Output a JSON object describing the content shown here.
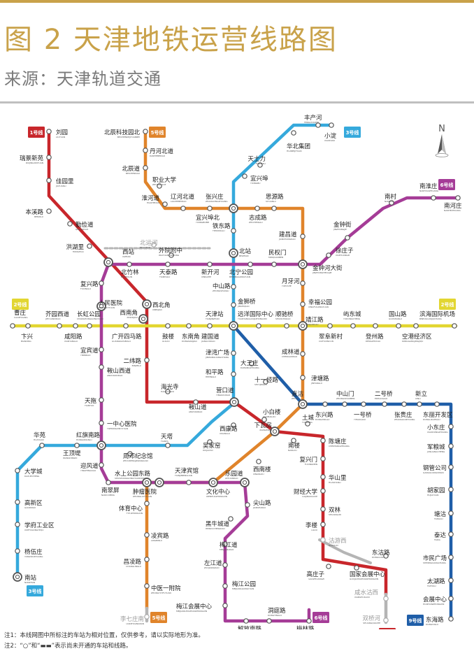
{
  "title": "图 2  天津地铁运营线路图",
  "source": "来源：天津轨道交通",
  "notes": [
    "注1：本线网图中所标注的车站为相对位置，仅供参考，请以实际地形为准。",
    "注2：“○”和“▬▬”表示尚未开通的车站和线路。"
  ],
  "compass": "N",
  "lines": [
    {
      "id": "1",
      "label": "1号线",
      "color": "#c8262b"
    },
    {
      "id": "2",
      "label": "2号线",
      "color": "#e2d631"
    },
    {
      "id": "3",
      "label": "3号线",
      "color": "#35a9dc"
    },
    {
      "id": "5",
      "label": "5号线",
      "color": "#e0842b"
    },
    {
      "id": "6",
      "label": "6号线",
      "color": "#a53c97"
    },
    {
      "id": "9",
      "label": "9号线",
      "color": "#1f5ea8"
    }
  ],
  "stations": [
    {
      "name": "刘园",
      "code": "LIUYUAN"
    },
    {
      "name": "瑞景新苑",
      "code": "RUIJINGXINYUAN"
    },
    {
      "name": "佳园里",
      "code": "JIAYUANLI"
    },
    {
      "name": "本溪路",
      "code": "BENXILU"
    },
    {
      "name": "勤俭道",
      "code": "QINJIANDAO"
    },
    {
      "name": "洪湖里",
      "code": "HONGHULI"
    },
    {
      "name": "西站",
      "code": "XIZHAN"
    },
    {
      "name": "西北角",
      "code": "XIBEIJIAO"
    },
    {
      "name": "西南角",
      "code": "XINANJIAO"
    },
    {
      "name": "二纬路",
      "code": "ERWEILU"
    },
    {
      "name": "海光寺",
      "code": "HAIGUANGSI"
    },
    {
      "name": "鞍山道",
      "code": "ANSHANDAO"
    },
    {
      "name": "营口道",
      "code": "YINGKOUDAO"
    },
    {
      "name": "小白楼",
      "code": "XIAOBAILOU"
    },
    {
      "name": "下瓦房",
      "code": "XIAWAFANG"
    },
    {
      "name": "南楼",
      "code": "NANLOU"
    },
    {
      "name": "土城",
      "code": "TUCHENG"
    },
    {
      "name": "陈塘庄",
      "code": "CHENTANGZHUANG"
    },
    {
      "name": "复兴门",
      "code": "FUXINGMEN"
    },
    {
      "name": "华山里",
      "code": "HUASHANLI"
    },
    {
      "name": "财经大学",
      "code": "CAIJINGDAXUE"
    },
    {
      "name": "双林",
      "code": "SHUANGLIN"
    },
    {
      "name": "李楼",
      "code": "LILOU"
    },
    {
      "name": "沽游西",
      "code": "GUYOUXI"
    },
    {
      "name": "高庄子",
      "code": "GAOZHUANGZI"
    },
    {
      "name": "国家会展中心",
      "code": "GUOJIAHUIZHANZHONGXIN"
    },
    {
      "name": "东沽路",
      "code": "DONGGULU"
    },
    {
      "name": "曹庄",
      "code": "CAOZHUANG"
    },
    {
      "name": "卞兴",
      "code": "BIANXING"
    },
    {
      "name": "芥园西道",
      "code": "JIEYUANXIDAO"
    },
    {
      "name": "咸阳路",
      "code": "XIANYANGLU"
    },
    {
      "name": "长虹公园",
      "code": "CHANGHONGGONGYUAN"
    },
    {
      "name": "广开四马路",
      "code": "GUANGKAISIMALU"
    },
    {
      "name": "鼓楼",
      "code": "GULOU"
    },
    {
      "name": "东南角",
      "code": "DONGNANJIAO"
    },
    {
      "name": "建国道",
      "code": "JIANGUODAO"
    },
    {
      "name": "天津站",
      "code": "TIANJINZHAN"
    },
    {
      "name": "远洋国际中心",
      "code": "YUANYANGGUOJIZHONGXIN"
    },
    {
      "name": "顺驰桥",
      "code": "SHUNCHIQIAO"
    },
    {
      "name": "靖江路",
      "code": "JINGJIANGLU"
    },
    {
      "name": "翠阜新村",
      "code": "CUIFUXINCUN"
    },
    {
      "name": "屿东城",
      "code": "YUDONGCHENG"
    },
    {
      "name": "登州路",
      "code": "DENGZHOULU"
    },
    {
      "name": "国山路",
      "code": "GUOSHANLU"
    },
    {
      "name": "空港经济区",
      "code": "KONGGANGJINGJIQU"
    },
    {
      "name": "滨海国际机场",
      "code": "BINHAIGUOJIJICHANG"
    },
    {
      "name": "小淀",
      "code": "XIAODIAN"
    },
    {
      "name": "丰产河",
      "code": "FENGCHANHE"
    },
    {
      "name": "华北集团",
      "code": "HUABEIJITUAN"
    },
    {
      "name": "天士力",
      "code": "TIANSHILI"
    },
    {
      "name": "宜兴埠",
      "code": "YIXINGBU"
    },
    {
      "name": "张兴庄",
      "code": "ZHANGXINGZHUANG"
    },
    {
      "name": "铁东路",
      "code": "TIEDONGLU"
    },
    {
      "name": "北站",
      "code": "BEIZHAN"
    },
    {
      "name": "中山路",
      "code": "ZHONGSHANLU"
    },
    {
      "name": "金狮桥",
      "code": "JINSHIQIAO"
    },
    {
      "name": "津湾广场",
      "code": "JINWANGUANGCHANG"
    },
    {
      "name": "和平路",
      "code": "HEPINGLU"
    },
    {
      "name": "西康路",
      "code": "XIKANGLU"
    },
    {
      "name": "吴家窑",
      "code": "WUJIAYAO"
    },
    {
      "name": "天塔",
      "code": "TIANTA"
    },
    {
      "name": "周邓纪念馆",
      "code": "ZHOUDENGJINIANGUAN"
    },
    {
      "name": "红旗南路",
      "code": "HONGQINANLU"
    },
    {
      "name": "王顶堤",
      "code": "WANGDINGDI"
    },
    {
      "name": "华苑",
      "code": "HUAYUAN"
    },
    {
      "name": "大学城",
      "code": "DAXUECHENG"
    },
    {
      "name": "高新区",
      "code": "GAOXINQU"
    },
    {
      "name": "学府工业区",
      "code": "XUEFUGONGYEQU"
    },
    {
      "name": "杨伍庄",
      "code": "YANGWUZHUANG"
    },
    {
      "name": "南站",
      "code": "NANZHAN"
    },
    {
      "name": "北辰科技园北",
      "code": "BEICHENKEJIYUANBEI"
    },
    {
      "name": "丹河北道",
      "code": "DANHEBEIDAO"
    },
    {
      "name": "北辰道",
      "code": "BEICHENDAO"
    },
    {
      "name": "职业大学",
      "code": "ZHIYEDAXUE"
    },
    {
      "name": "淮河道",
      "code": "HUAIHEDAO"
    },
    {
      "name": "辽河北道",
      "code": "LIAOHEBEIDAO"
    },
    {
      "name": "宜兴埠北",
      "code": "YIXINGBUBEI"
    },
    {
      "name": "志成路",
      "code": "ZHICHENGLU"
    },
    {
      "name": "思源路",
      "code": "SIYUANLU"
    },
    {
      "name": "建昌道",
      "code": "JIANCHANGDAO"
    },
    {
      "name": "金钟河大街",
      "code": "JINZHONGHEDAJIE"
    },
    {
      "name": "月牙河",
      "code": "YUEYAHE"
    },
    {
      "name": "幸福公园",
      "code": "XINGFUGONGYUAN"
    },
    {
      "name": "成林道",
      "code": "CHENGLINDAO"
    },
    {
      "name": "津塘路",
      "code": "JINTANGLU"
    },
    {
      "name": "十一经路",
      "code": "SHIYIJINGLU"
    },
    {
      "name": "大王庄",
      "code": "DAWANGZHUANG"
    },
    {
      "name": "西南楼",
      "code": "XINANLOU"
    },
    {
      "name": "文化中心",
      "code": "WENHUAZHONGXIN"
    },
    {
      "name": "天津宾馆",
      "code": "TIANJINBINGUAN"
    },
    {
      "name": "肿瘤医院",
      "code": "ZHONGLIUYIYUAN"
    },
    {
      "name": "体育中心",
      "code": "TIYUZHONGXIN"
    },
    {
      "name": "凌宾路",
      "code": "LINGBINLU"
    },
    {
      "name": "昌凌路",
      "code": "CHANGLINGLU"
    },
    {
      "name": "中医一附院",
      "code": "ZHONGYIYIFUYUAN"
    },
    {
      "name": "李七庄南",
      "code": "LIQIZHUANGNAN"
    },
    {
      "name": "南村",
      "code": "NANCUN"
    },
    {
      "name": "南河庄",
      "code": "NANHEZHUANG"
    },
    {
      "name": "南淮庄",
      "code": "NANHUAIZHUANG"
    },
    {
      "name": "金钟街",
      "code": "JINZHONGJIE"
    },
    {
      "name": "徐庄子",
      "code": "XUZHUANGZI"
    },
    {
      "name": "民权门",
      "code": "MINQUANMEN"
    },
    {
      "name": "北宁公园",
      "code": "BEININGGONGYUAN"
    },
    {
      "name": "新开河",
      "code": "XINKAIHE"
    },
    {
      "name": "天泰路",
      "code": "TIANTAILU"
    },
    {
      "name": "北竹林",
      "code": "BEIZHULIN"
    },
    {
      "name": "外院附中",
      "code": "WAIYUANFUZHONG"
    },
    {
      "name": "北运河",
      "code": "BEIYUNHE"
    },
    {
      "name": "复兴路",
      "code": "FUXINGLU"
    },
    {
      "name": "人民医院",
      "code": "RENMINYIYUAN"
    },
    {
      "name": "宜宾道",
      "code": "YIBINDAO"
    },
    {
      "name": "鞍山西道",
      "code": "ANSHANXIDAO"
    },
    {
      "name": "天拖",
      "code": "TIANTUO"
    },
    {
      "name": "一中心医院",
      "code": "YIZHONGXINYIYUAN"
    },
    {
      "name": "迎风道",
      "code": "YINGFENGDAO"
    },
    {
      "name": "南翠屏",
      "code": "NANCUIPING"
    },
    {
      "name": "水上公园东路",
      "code": "SHUISHANGGONGYUANDONGLU"
    },
    {
      "name": "乐园道",
      "code": "LEYUANDAO"
    },
    {
      "name": "尖山路",
      "code": "JIANSHANLU"
    },
    {
      "name": "黑牛城道",
      "code": "HEINIUCHENGDAO"
    },
    {
      "name": "梅江道",
      "code": "MEIJIANGDAO"
    },
    {
      "name": "左江道",
      "code": "ZUOJIANGDAO"
    },
    {
      "name": "梅江公园",
      "code": "MEIJIANGGONGYUAN"
    },
    {
      "name": "梅江会展中心",
      "code": "MEIJIANGHUIZHANZHONGXIN"
    },
    {
      "name": "解放南路",
      "code": "JIEFANGNANLU"
    },
    {
      "name": "洞庭路",
      "code": "DONGTINGLU"
    },
    {
      "name": "梅林路",
      "code": "MEILINLU"
    },
    {
      "name": "直沽",
      "code": "ZHIGU"
    },
    {
      "name": "东兴路",
      "code": "DONGXINGLU"
    },
    {
      "name": "中山门",
      "code": "ZHONGSHANMEN"
    },
    {
      "name": "一号桥",
      "code": "YIHAOQIAO"
    },
    {
      "name": "二号桥",
      "code": "ERHAOQIAO"
    },
    {
      "name": "张贵庄",
      "code": "ZHANGGUIZHUANG"
    },
    {
      "name": "新立",
      "code": "XINLI"
    },
    {
      "name": "东丽开发区",
      "code": "DONGLIKAIFAQU"
    },
    {
      "name": "小东庄",
      "code": "XIAODONGZHUANG"
    },
    {
      "name": "军粮城",
      "code": "JUNLIANGCHENG"
    },
    {
      "name": "钢管公司",
      "code": "GANGGUANGONGSI"
    },
    {
      "name": "胡家园",
      "code": "HUJIAYUAN"
    },
    {
      "name": "塘沽",
      "code": "TANGGU"
    },
    {
      "name": "泰达",
      "code": "TAIDA"
    },
    {
      "name": "市民广场",
      "code": "SHIMINGUANGCHANG"
    },
    {
      "name": "太湖路",
      "code": "TAIHULU"
    },
    {
      "name": "会展中心",
      "code": "HUIZHANZHONGXIN"
    },
    {
      "name": "东海路",
      "code": "DONGHAILU"
    },
    {
      "name": "咸水沽西",
      "code": "XIANSHUIGUXI"
    },
    {
      "name": "双桥河",
      "code": "SHUANGQIAOHE"
    }
  ],
  "colors": {
    "gold": "#c9a24a",
    "grey": "#b5b5b5"
  }
}
